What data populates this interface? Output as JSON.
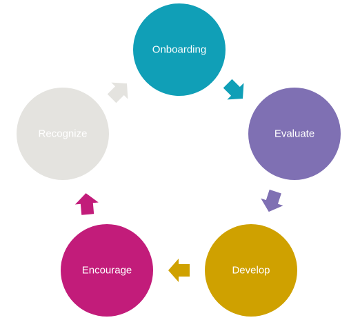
{
  "diagram": {
    "type": "cycle",
    "nodes": [
      {
        "label": "Onboarding",
        "color": "#109fb7"
      },
      {
        "label": "Evaluate",
        "color": "#7f70b3"
      },
      {
        "label": "Develop",
        "color": "#cfa100"
      },
      {
        "label": "Encourage",
        "color": "#c21c7a"
      },
      {
        "label": "Recognize",
        "color": "#e4e3df"
      }
    ],
    "arrows": [
      {
        "from": "Onboarding",
        "to": "Evaluate",
        "color": "#109fb7"
      },
      {
        "from": "Evaluate",
        "to": "Develop",
        "color": "#7f70b3"
      },
      {
        "from": "Develop",
        "to": "Encourage",
        "color": "#cfa100"
      },
      {
        "from": "Encourage",
        "to": "Recognize",
        "color": "#c21c7a"
      },
      {
        "from": "Recognize",
        "to": "Onboarding",
        "color": "#e4e3df"
      }
    ]
  }
}
